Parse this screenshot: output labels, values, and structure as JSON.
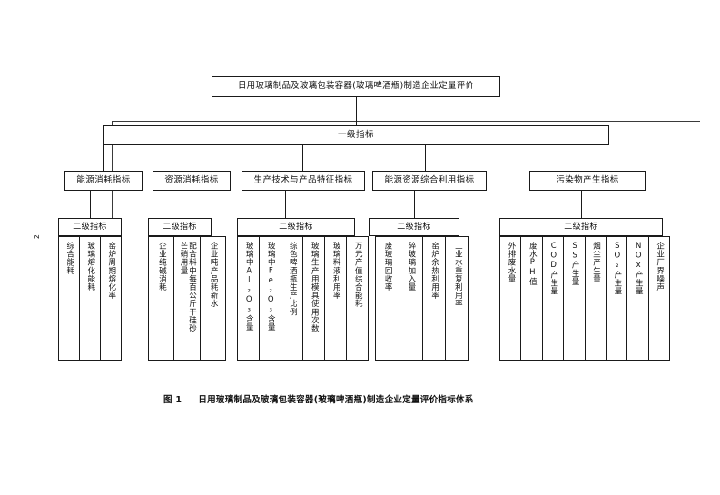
{
  "document": {
    "page_number": "2",
    "caption_figure_number": "图 1",
    "caption_text": "日用玻璃制品及玻璃包装容器(玻璃啤酒瓶)制造企业定量评价指标体系"
  },
  "diagram": {
    "root": {
      "label": "日用玻璃制品及玻璃包装容器(玻璃啤酒瓶)制造企业定量评价"
    },
    "level1_bar": {
      "label": "一级指标"
    },
    "categories": [
      {
        "label": "能源消耗指标"
      },
      {
        "label": "资源消耗指标"
      },
      {
        "label": "生产技术与产品特征指标"
      },
      {
        "label": "能源资源综合利用指标"
      },
      {
        "label": "污染物产生指标"
      }
    ],
    "level2_label": "二级指标",
    "level2_headers": [
      {
        "label": "二级指标"
      },
      {
        "label": "二级指标"
      },
      {
        "label": "二级指标"
      },
      {
        "label": "二级指标"
      },
      {
        "label": "二级指标"
      }
    ],
    "groups": [
      {
        "name": "energy-consumption",
        "leaves": [
          {
            "label": "综合能耗"
          },
          {
            "label": "玻璃熔化能耗"
          },
          {
            "label": "窑炉周期熔化率"
          }
        ]
      },
      {
        "name": "resource-consumption",
        "leaves": [
          {
            "label": "企业纯碱消耗"
          },
          {
            "label": "配合料中每百公斤干硅砂芒硝用量"
          },
          {
            "label": "企业吨产品耗新水"
          }
        ]
      },
      {
        "name": "production-technology",
        "leaves": [
          {
            "label": "玻璃中Al₂O₃含量"
          },
          {
            "label": "玻璃中Fe₂O₃含量"
          },
          {
            "label": "综色啤酒瓶生产比例"
          },
          {
            "label": "玻璃生产用模具使用次数"
          },
          {
            "label": "玻璃料液利用率"
          },
          {
            "label": "万元产值综合能耗"
          }
        ]
      },
      {
        "name": "comprehensive-utilization",
        "leaves": [
          {
            "label": "废玻璃回收率"
          },
          {
            "label": "碎玻璃加入量"
          },
          {
            "label": "窑炉余热利用率"
          },
          {
            "label": "工业水重复利用率"
          }
        ]
      },
      {
        "name": "pollutant-generation",
        "leaves": [
          {
            "label": "外排废水量"
          },
          {
            "label": "废水PH值"
          },
          {
            "label": "COD产生量"
          },
          {
            "label": "SS产生量"
          },
          {
            "label": "烟尘产生量"
          },
          {
            "label": "SO₂产生量"
          },
          {
            "label": "NOx产生量"
          },
          {
            "label": "企业厂界噪声"
          }
        ]
      }
    ]
  }
}
